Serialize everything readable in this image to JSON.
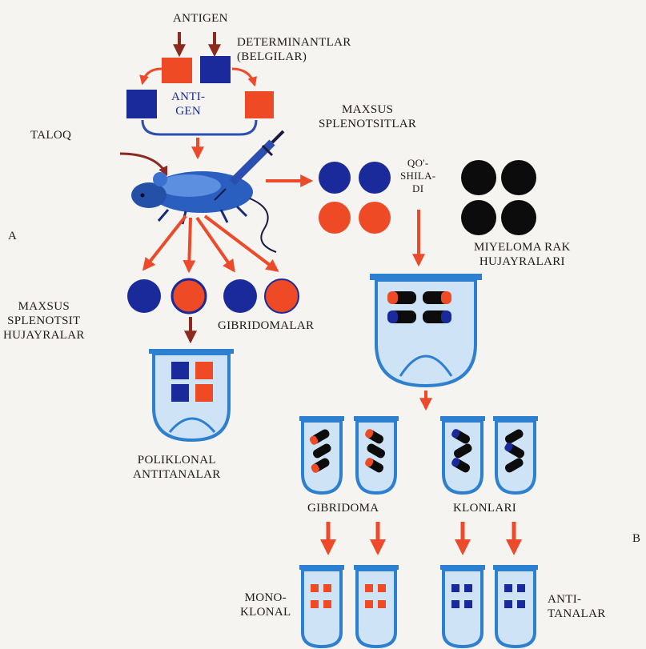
{
  "labels": {
    "antigen": "ANTIGEN",
    "determinants": "DETERMINANTLAR\n(BELGILAR)",
    "anti_gen_box": "ANTI-\nGEN",
    "taloq": "TALOQ",
    "maxsus_splenotsitlar": "MAXSUS\nSPLENOTSITLAR",
    "qoshiladi": "QO'-\nSHILA-\nDI",
    "panel_a": "A",
    "miyeloma": "MIYELOMA RAK\nHUJAYRALARI",
    "maxsus_splenotsit_hujayralar": "MAXSUS\nSPLENOTSIT\nHUJAYRALAR",
    "gibridomalar": "GIBRIDOMALAR",
    "poliklonal": "POLIKLONAL\nANTITANALAR",
    "gibridoma": "GIBRIDOMA",
    "klonlari": "KLONLARI",
    "panel_b": "B",
    "monoklonal": "MONO-\nKLONAL",
    "antitanalar": "ANTI-\nTANALAR"
  },
  "colors": {
    "arrow_red": "#ec4a2b",
    "arrow_dark": "#8c2a20",
    "cell_blue": "#1a2a9a",
    "cell_orange": "#ee4a25",
    "cell_black": "#0c0c0c",
    "vessel_blue": "#2d7fd0",
    "vessel_light": "#cfe3f6"
  }
}
